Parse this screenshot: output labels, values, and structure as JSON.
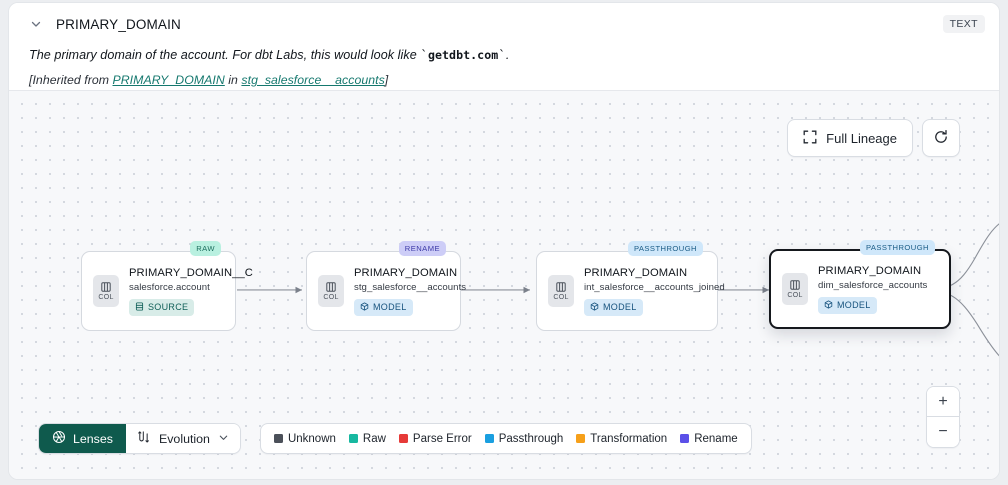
{
  "header": {
    "collapse_icon": "chevron-down-icon",
    "title": "PRIMARY_DOMAIN",
    "type_badge": "TEXT",
    "description_prefix": "The primary domain of the account. For dbt Labs, this would look like ",
    "description_code": "getdbt.com",
    "description_suffix": ".",
    "inherited_prefix": "[Inherited from ",
    "inherited_link_1": "PRIMARY_DOMAIN",
    "inherited_mid": " in ",
    "inherited_link_2": "stg_salesforce__accounts",
    "inherited_suffix": "]"
  },
  "canvas": {
    "full_lineage_label": "Full Lineage",
    "full_lineage_icon": "expand-corners-icon",
    "refresh_icon": "refresh-icon",
    "zoom_in_label": "+",
    "zoom_out_label": "−"
  },
  "nodes": [
    {
      "lens": "RAW",
      "lens_class": "lens-raw",
      "col_label": "COL",
      "title": "PRIMARY_DOMAIN__C",
      "subtitle": "salesforce.account",
      "kind": "SOURCE",
      "kind_class": "kind-source",
      "kind_icon": "database-icon",
      "selected": false
    },
    {
      "lens": "RENAME",
      "lens_class": "lens-rename",
      "col_label": "COL",
      "title": "PRIMARY_DOMAIN",
      "subtitle": "stg_salesforce__accounts",
      "kind": "MODEL",
      "kind_class": "kind-model",
      "kind_icon": "cube-icon",
      "selected": false
    },
    {
      "lens": "PASSTHROUGH",
      "lens_class": "lens-passthrough",
      "col_label": "COL",
      "title": "PRIMARY_DOMAIN",
      "subtitle": "int_salesforce__accounts_joined",
      "kind": "MODEL",
      "kind_class": "kind-model",
      "kind_icon": "cube-icon",
      "selected": false
    },
    {
      "lens": "PASSTHROUGH",
      "lens_class": "lens-passthrough",
      "col_label": "COL",
      "title": "PRIMARY_DOMAIN",
      "subtitle": "dim_salesforce_accounts",
      "kind": "MODEL",
      "kind_class": "kind-model",
      "kind_icon": "cube-icon",
      "selected": true
    }
  ],
  "toolbar": {
    "lenses_label": "Lenses",
    "lenses_icon": "aperture-icon",
    "evolution_label": "Evolution",
    "evolution_icon": "flow-arrows-icon",
    "evolution_caret": "chevron-down-icon"
  },
  "legend": [
    {
      "label": "Unknown",
      "color": "#4b5059"
    },
    {
      "label": "Raw",
      "color": "#17b8a0"
    },
    {
      "label": "Parse Error",
      "color": "#e63a38"
    },
    {
      "label": "Passthrough",
      "color": "#1a9fe0"
    },
    {
      "label": "Transformation",
      "color": "#f6a01a"
    },
    {
      "label": "Rename",
      "color": "#5b50e8"
    }
  ]
}
